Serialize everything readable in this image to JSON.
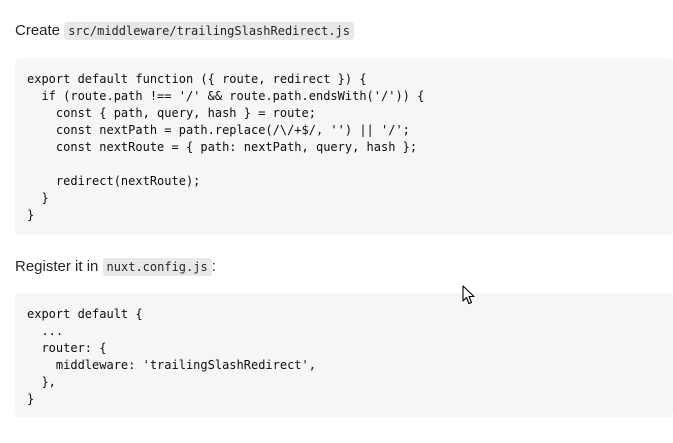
{
  "para1": {
    "prefix": "Create",
    "code": "src/middleware/trailingSlashRedirect.js"
  },
  "code1": {
    "lines": [
      "export default function ({ route, redirect }) {",
      "  if (route.path !== '/' && route.path.endsWith('/')) {",
      "    const { path, query, hash } = route;",
      "    const nextPath = path.replace(/\\/+$/, '') || '/';",
      "    const nextRoute = { path: nextPath, query, hash };",
      "",
      "    redirect(nextRoute);",
      "  }",
      "}"
    ]
  },
  "para2": {
    "prefix": "Register it in",
    "code": "nuxt.config.js",
    "suffix": ":"
  },
  "code2": {
    "lines": [
      "export default {",
      "  ...",
      "  router: {",
      "    middleware: 'trailingSlashRedirect',",
      "  },",
      "}"
    ]
  },
  "cursor": {
    "icon": "mouse-pointer-icon"
  }
}
